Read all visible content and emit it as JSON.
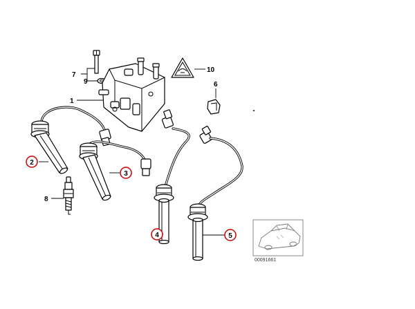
{
  "callouts": {
    "c1": "1",
    "c2": "2",
    "c3": "3",
    "c4": "4",
    "c5": "5",
    "c6": "6",
    "c7": "7",
    "c8": "8",
    "c9": "9",
    "c10": "10"
  },
  "reference_number": "00091661",
  "colors": {
    "line": "#000000",
    "highlight_circle": "#cc0000",
    "background": "#ffffff"
  }
}
